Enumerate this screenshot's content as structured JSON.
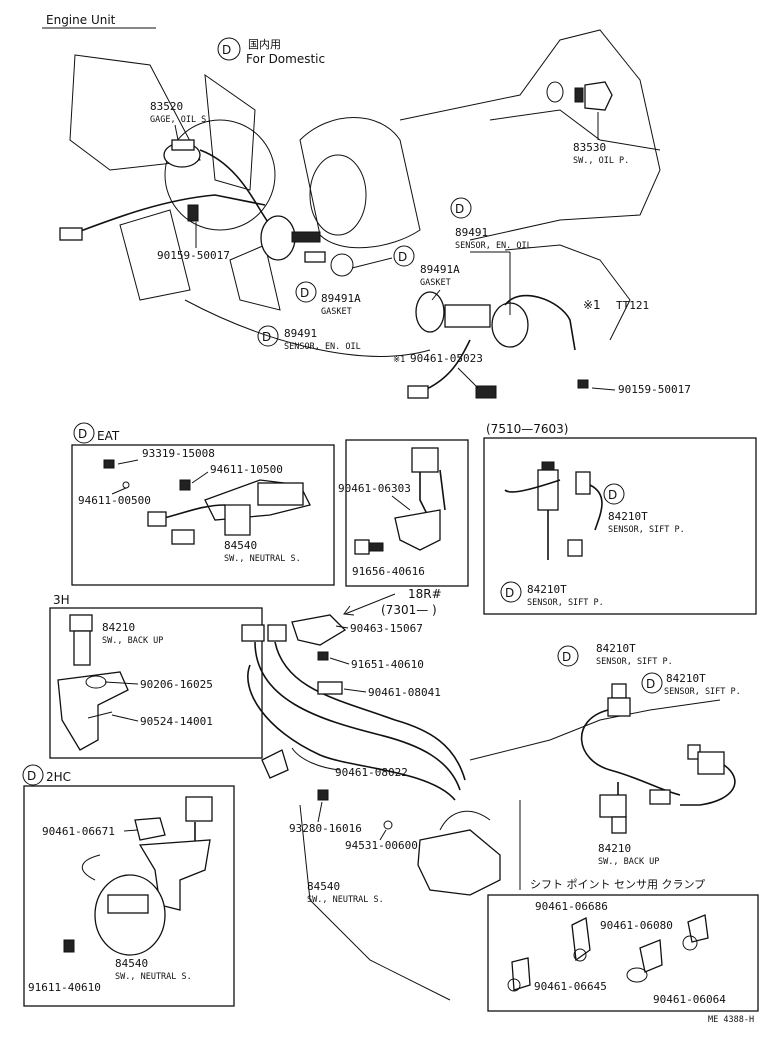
{
  "title": "Engine Unit",
  "domestic": {
    "jp": "国内用",
    "en": "For Domestic"
  },
  "d_mark": "D",
  "star": "※1",
  "sections": {
    "eat": "EAT",
    "range_7510": "(7510—7603)",
    "range_18r": "18R#",
    "range_7301": "(7301—        )",
    "h3": "3H",
    "hc2": "2HC",
    "clamp_jp": "シフト ポイント センサ用 クランプ"
  },
  "parts": [
    {
      "id": "p83520",
      "num": "83520",
      "desc": "GAGE, OIL S."
    },
    {
      "id": "p83530",
      "num": "83530",
      "desc": "SW., OIL P."
    },
    {
      "id": "p90159a",
      "num": "90159-50017",
      "desc": ""
    },
    {
      "id": "p89491a",
      "num": "89491",
      "desc": "SENSOR, EN. OIL"
    },
    {
      "id": "p89491Aa",
      "num": "89491A",
      "desc": "GASKET"
    },
    {
      "id": "p89491Ab",
      "num": "89491A",
      "desc": "GASKET"
    },
    {
      "id": "p89491b",
      "num": "89491",
      "desc": "SENSOR, EN. OIL"
    },
    {
      "id": "ptt121",
      "num": "TT121",
      "desc": ""
    },
    {
      "id": "p90461_05023",
      "num": "90461-05023",
      "desc": ""
    },
    {
      "id": "p90159b",
      "num": "90159-50017",
      "desc": ""
    },
    {
      "id": "p93319",
      "num": "93319-15008",
      "desc": ""
    },
    {
      "id": "p94611_10500",
      "num": "94611-10500",
      "desc": ""
    },
    {
      "id": "p94611_00500",
      "num": "94611-00500",
      "desc": ""
    },
    {
      "id": "p84540a",
      "num": "84540",
      "desc": "SW., NEUTRAL S."
    },
    {
      "id": "p90461_06303",
      "num": "90461-06303",
      "desc": ""
    },
    {
      "id": "p91656",
      "num": "91656-40616",
      "desc": ""
    },
    {
      "id": "p84210Ta",
      "num": "84210T",
      "desc": "SENSOR, SIFT P."
    },
    {
      "id": "p84210Tb",
      "num": "84210T",
      "desc": "SENSOR, SIFT P."
    },
    {
      "id": "p84210a",
      "num": "84210",
      "desc": "SW., BACK UP"
    },
    {
      "id": "p90206",
      "num": "90206-16025",
      "desc": ""
    },
    {
      "id": "p90524",
      "num": "90524-14001",
      "desc": ""
    },
    {
      "id": "p90463",
      "num": "90463-15067",
      "desc": ""
    },
    {
      "id": "p91651",
      "num": "91651-40610",
      "desc": ""
    },
    {
      "id": "p90461_08041",
      "num": "90461-08041",
      "desc": ""
    },
    {
      "id": "p84210Tc",
      "num": "84210T",
      "desc": "SENSOR, SIFT P."
    },
    {
      "id": "p84210Td",
      "num": "84210T",
      "desc": "SENSOR, SIFT P."
    },
    {
      "id": "p90461_06671",
      "num": "90461-06671",
      "desc": ""
    },
    {
      "id": "p90461_08022",
      "num": "90461-08022",
      "desc": ""
    },
    {
      "id": "p93280",
      "num": "93280-16016",
      "desc": ""
    },
    {
      "id": "p94531",
      "num": "94531-00600",
      "desc": ""
    },
    {
      "id": "p84210b",
      "num": "84210",
      "desc": "SW., BACK UP"
    },
    {
      "id": "p84540b",
      "num": "84540",
      "desc": "SW., NEUTRAL S."
    },
    {
      "id": "p84540c",
      "num": "84540",
      "desc": "SW., NEUTRAL S."
    },
    {
      "id": "p91611",
      "num": "91611-40610",
      "desc": ""
    },
    {
      "id": "p90461_06686",
      "num": "90461-06686",
      "desc": ""
    },
    {
      "id": "p90461_06080",
      "num": "90461-06080",
      "desc": ""
    },
    {
      "id": "p90461_06645",
      "num": "90461-06645",
      "desc": ""
    },
    {
      "id": "p90461_06064",
      "num": "90461-06064",
      "desc": ""
    }
  ],
  "footer": "ME 4388-H"
}
